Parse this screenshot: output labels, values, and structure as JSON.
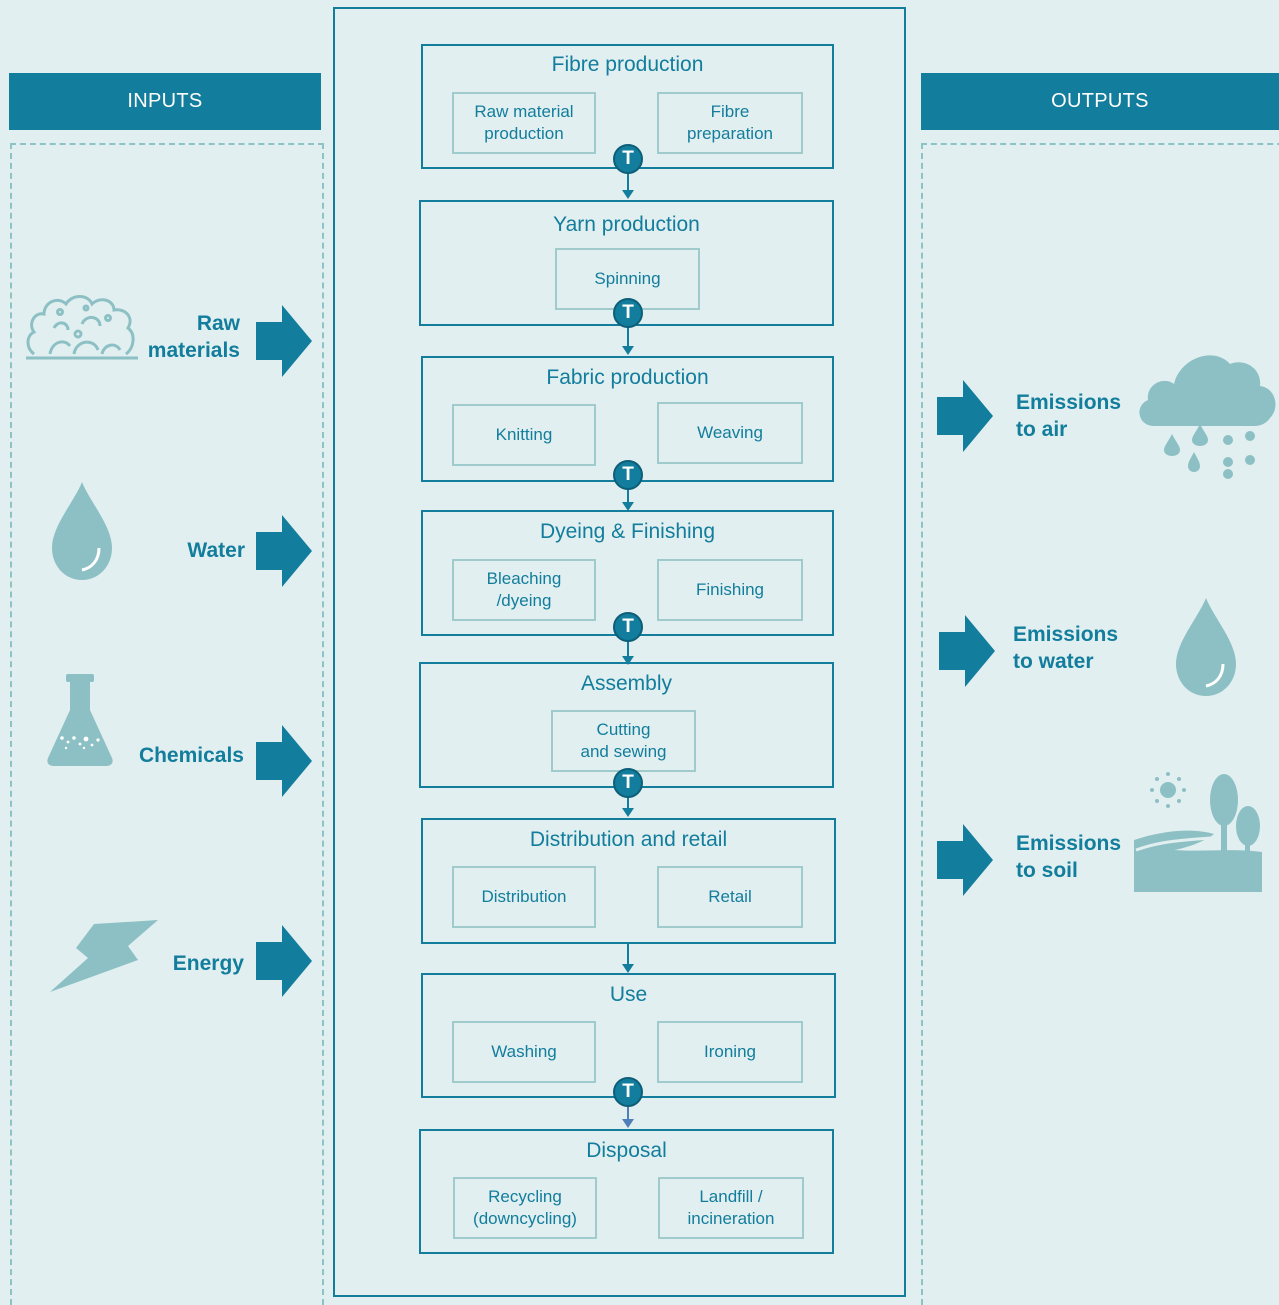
{
  "inputs": {
    "header": "INPUTS",
    "items": [
      {
        "label": "Raw\nmaterials",
        "icon": "cotton-icon"
      },
      {
        "label": "Water",
        "icon": "water-drop-icon"
      },
      {
        "label": "Chemicals",
        "icon": "flask-icon"
      },
      {
        "label": "Energy",
        "icon": "lightning-icon"
      }
    ]
  },
  "outputs": {
    "header": "OUTPUTS",
    "items": [
      {
        "label": "Emissions\nto air",
        "icon": "rain-cloud-icon"
      },
      {
        "label": "Emissions\nto water",
        "icon": "water-drop-icon"
      },
      {
        "label": "Emissions\nto soil",
        "icon": "landscape-icon"
      }
    ]
  },
  "transport_marker": "T",
  "stages": [
    {
      "title": "Fibre production",
      "subs": [
        "Raw material\nproduction",
        "Fibre\npreparation"
      ]
    },
    {
      "title": "Yarn production",
      "subs": [
        "Spinning"
      ]
    },
    {
      "title": "Fabric production",
      "subs": [
        "Knitting",
        "Weaving"
      ]
    },
    {
      "title": "Dyeing & Finishing",
      "subs": [
        "Bleaching\n/dyeing",
        "Finishing"
      ]
    },
    {
      "title": "Assembly",
      "subs": [
        "Cutting\nand sewing"
      ]
    },
    {
      "title": "Distribution and retail",
      "subs": [
        "Distribution",
        "Retail"
      ]
    },
    {
      "title": "Use",
      "subs": [
        "Washing",
        "Ironing"
      ]
    },
    {
      "title": "Disposal",
      "subs": [
        "Recycling\n(downcycling)",
        "Landfill /\nincineration"
      ]
    }
  ],
  "colors": {
    "background": "#e1eff0",
    "primary": "#127d9c",
    "icon": "#8dc0c4",
    "dashed": "#8cc3c5"
  }
}
